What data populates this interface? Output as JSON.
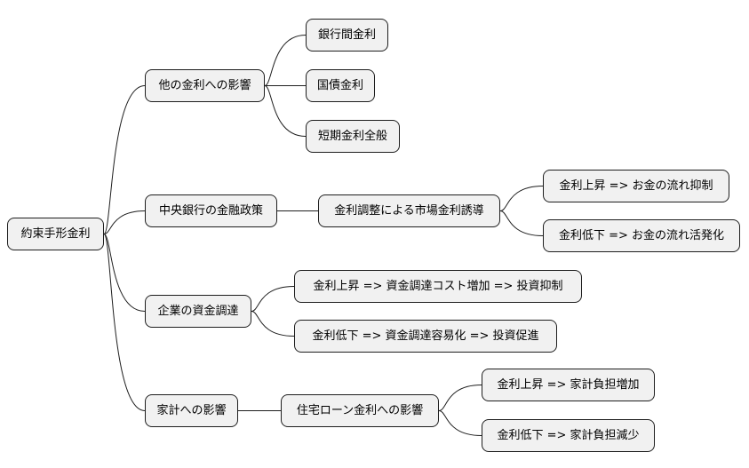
{
  "mindmap": {
    "root": {
      "label": "約束手形金利"
    },
    "branches": [
      {
        "label": "他の金利への影響",
        "children": [
          {
            "label": "銀行間金利"
          },
          {
            "label": "国債金利"
          },
          {
            "label": "短期金利全般"
          }
        ]
      },
      {
        "label": "中央銀行の金融政策",
        "children": [
          {
            "label": "金利調整による市場金利誘導",
            "children": [
              {
                "label": "金利上昇 => お金の流れ抑制"
              },
              {
                "label": "金利低下 => お金の流れ活発化"
              }
            ]
          }
        ]
      },
      {
        "label": "企業の資金調達",
        "children": [
          {
            "label": "金利上昇 => 資金調達コスト増加 => 投資抑制"
          },
          {
            "label": "金利低下 => 資金調達容易化 => 投資促進"
          }
        ]
      },
      {
        "label": "家計への影響",
        "children": [
          {
            "label": "住宅ローン金利への影響",
            "children": [
              {
                "label": "金利上昇 => 家計負担増加"
              },
              {
                "label": "金利低下 => 家計負担減少"
              }
            ]
          }
        ]
      }
    ]
  }
}
